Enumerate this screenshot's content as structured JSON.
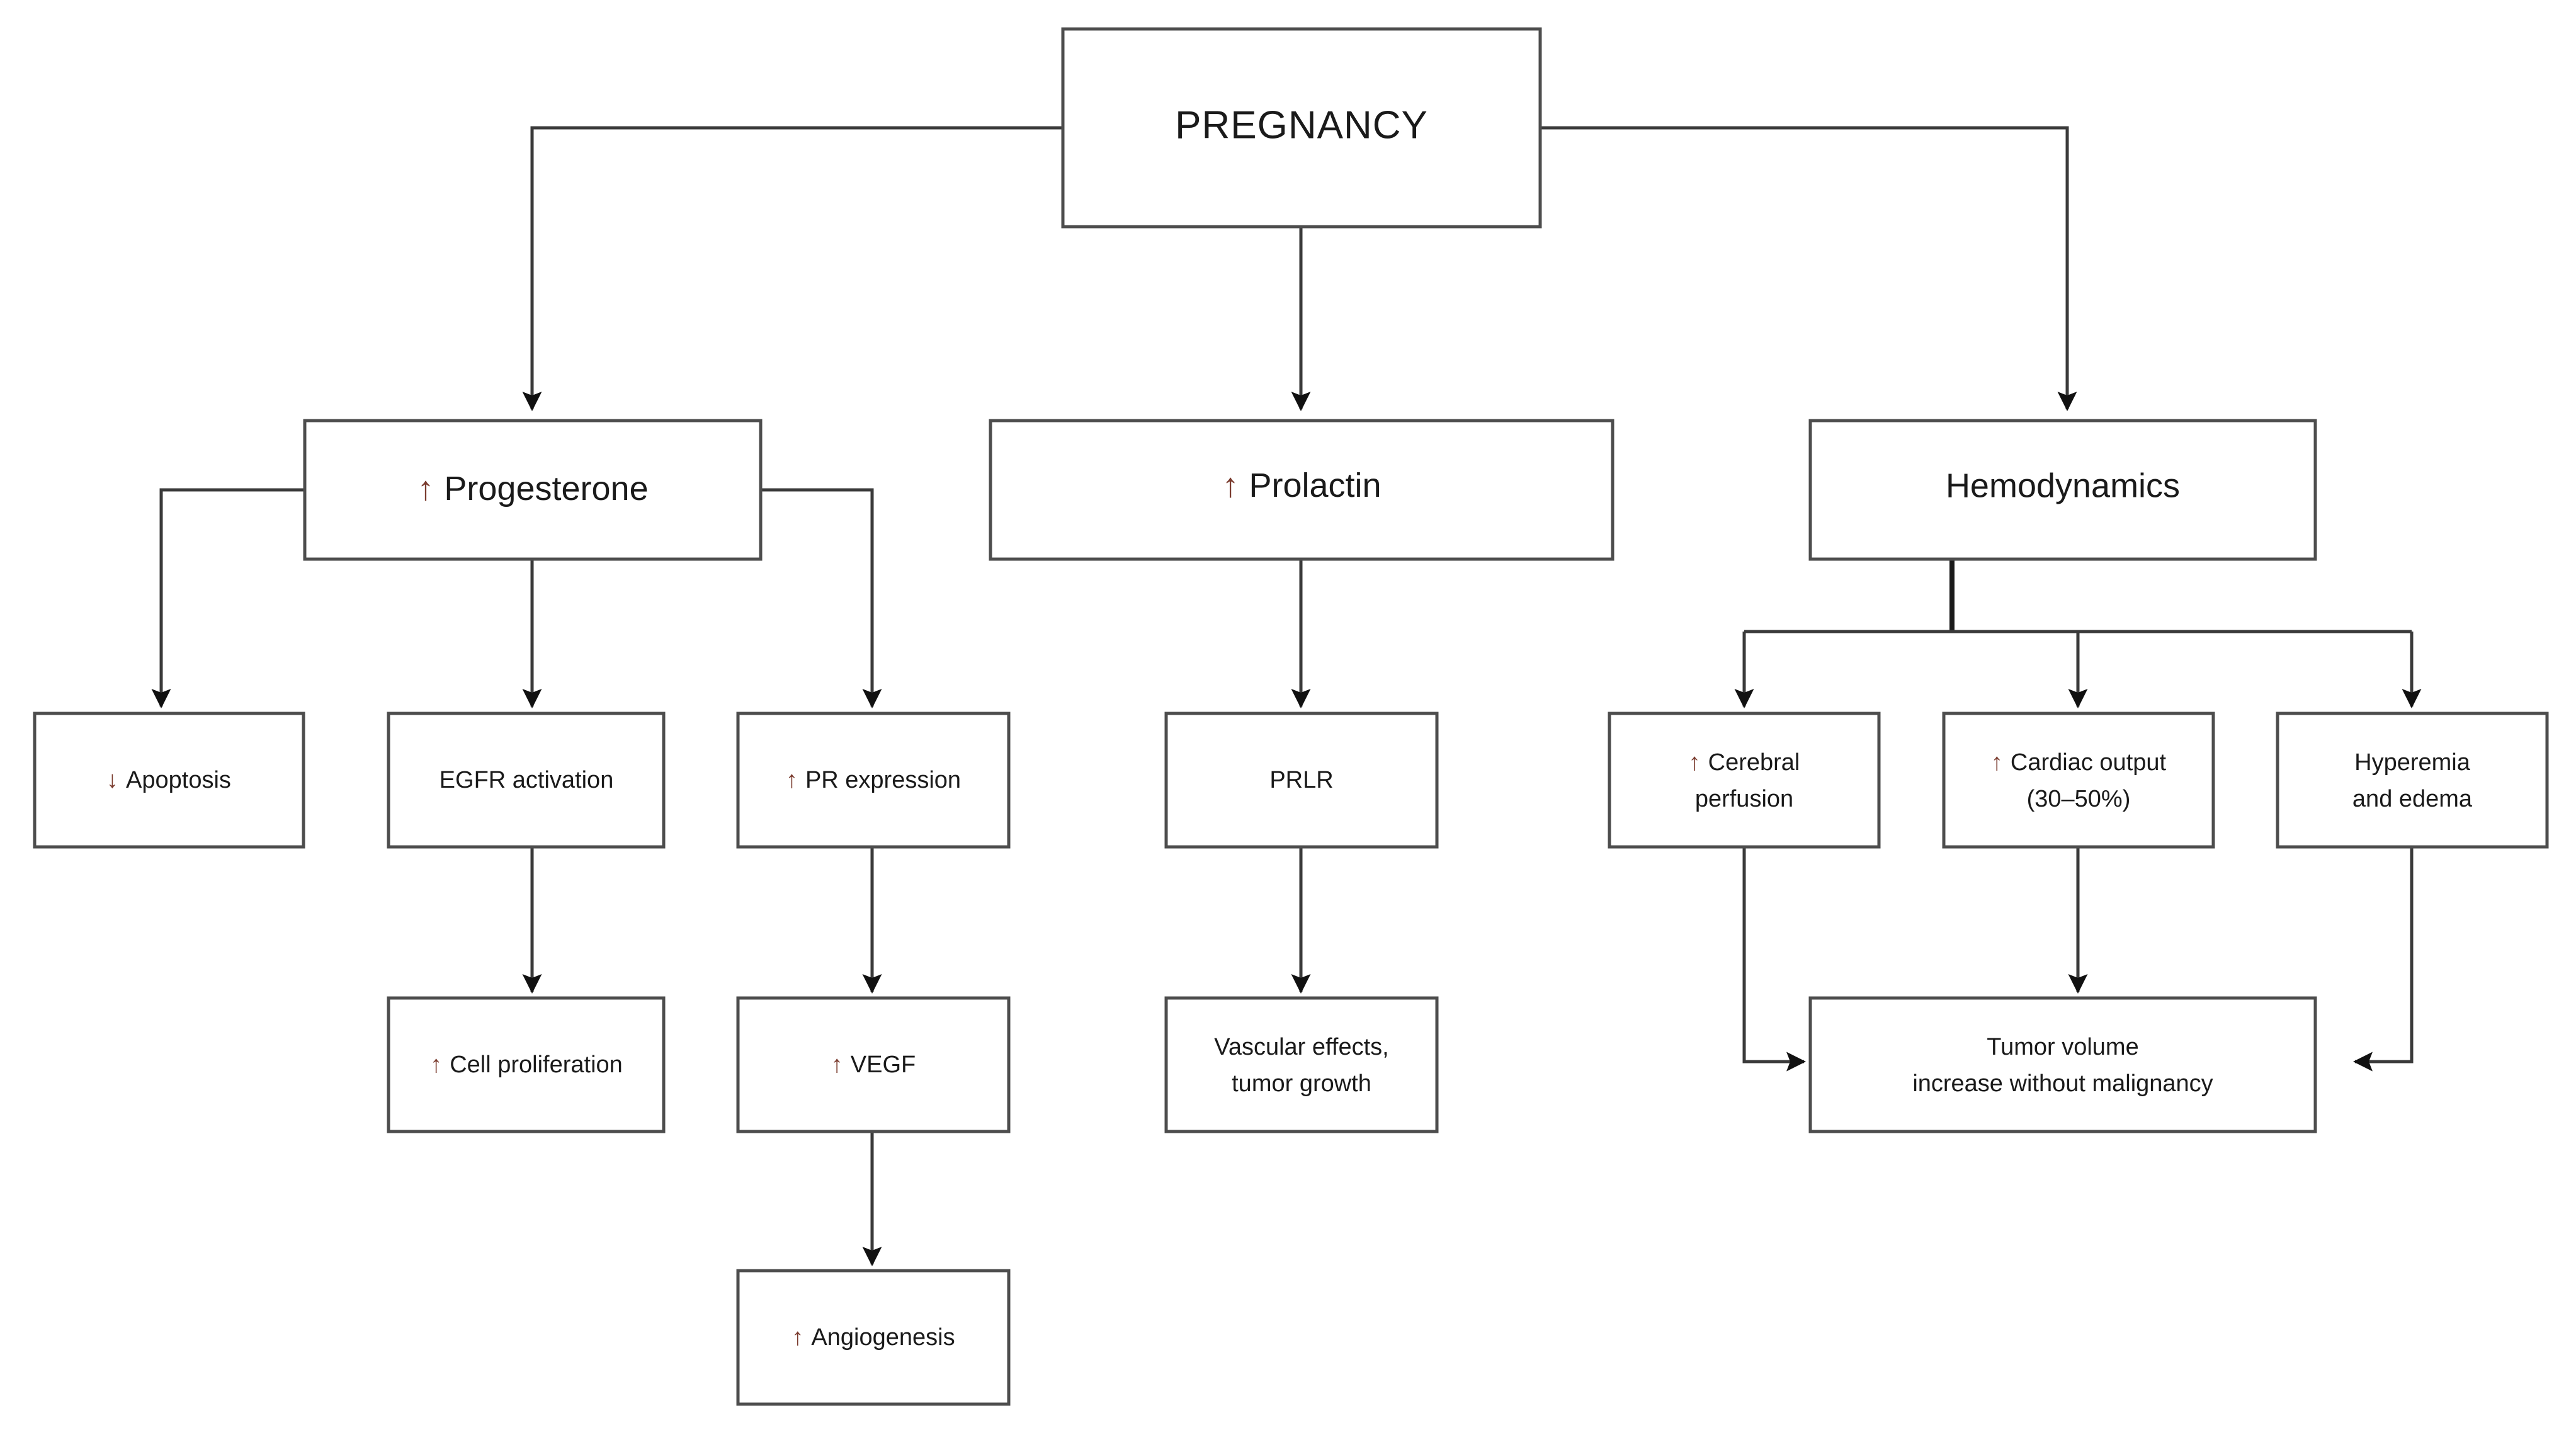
{
  "diagram": {
    "title": "Pregnancy-related pathways flowchart",
    "type": "flowchart",
    "colors": {
      "box_border": "#4d4d4d",
      "connector": "#3a3a3a",
      "text": "#1a1a1a",
      "arrow_symbol": "#7a3b2e",
      "background": "#ffffff"
    },
    "nodes": {
      "pregnancy": {
        "label": "PREGNANCY"
      },
      "progesterone": {
        "arrow": "↑",
        "label": "Progesterone"
      },
      "prolactin": {
        "arrow": "↑",
        "label": "Prolactin"
      },
      "hemodynamics": {
        "label": "Hemodynamics"
      },
      "apoptosis": {
        "arrow": "↓",
        "label": "Apoptosis"
      },
      "egfr": {
        "label": "EGFR activation"
      },
      "pr_expression": {
        "arrow": "↑",
        "label": "PR expression"
      },
      "prlr": {
        "label": "PRLR"
      },
      "cerebral_perfusion": {
        "arrow": "↑",
        "line1": "Cerebral",
        "line2": "perfusion"
      },
      "cardiac_output": {
        "arrow": "↑",
        "line1": "Cardiac output",
        "line2": "(30–50%)"
      },
      "hyperemia": {
        "line1": "Hyperemia",
        "line2": "and edema"
      },
      "cell_proliferation": {
        "arrow": "↑",
        "label": "Cell proliferation"
      },
      "vegf": {
        "arrow": "↑",
        "label": "VEGF"
      },
      "vascular_effects": {
        "line1": "Vascular effects,",
        "line2": "tumor growth"
      },
      "tumor_volume": {
        "line1": "Tumor volume",
        "line2": "increase without malignancy"
      },
      "angiogenesis": {
        "arrow": "↑",
        "label": "Angiogenesis"
      }
    },
    "edges": [
      {
        "from": "pregnancy",
        "to": "progesterone"
      },
      {
        "from": "pregnancy",
        "to": "prolactin"
      },
      {
        "from": "pregnancy",
        "to": "hemodynamics"
      },
      {
        "from": "progesterone",
        "to": "apoptosis"
      },
      {
        "from": "progesterone",
        "to": "egfr"
      },
      {
        "from": "progesterone",
        "to": "pr_expression"
      },
      {
        "from": "prolactin",
        "to": "prlr"
      },
      {
        "from": "hemodynamics",
        "to": "cerebral_perfusion"
      },
      {
        "from": "hemodynamics",
        "to": "cardiac_output"
      },
      {
        "from": "hemodynamics",
        "to": "hyperemia"
      },
      {
        "from": "egfr",
        "to": "cell_proliferation"
      },
      {
        "from": "pr_expression",
        "to": "vegf"
      },
      {
        "from": "prlr",
        "to": "vascular_effects"
      },
      {
        "from": "vegf",
        "to": "angiogenesis"
      },
      {
        "from": "cerebral_perfusion",
        "to": "tumor_volume"
      },
      {
        "from": "cardiac_output",
        "to": "tumor_volume"
      },
      {
        "from": "hyperemia",
        "to": "tumor_volume"
      }
    ]
  }
}
